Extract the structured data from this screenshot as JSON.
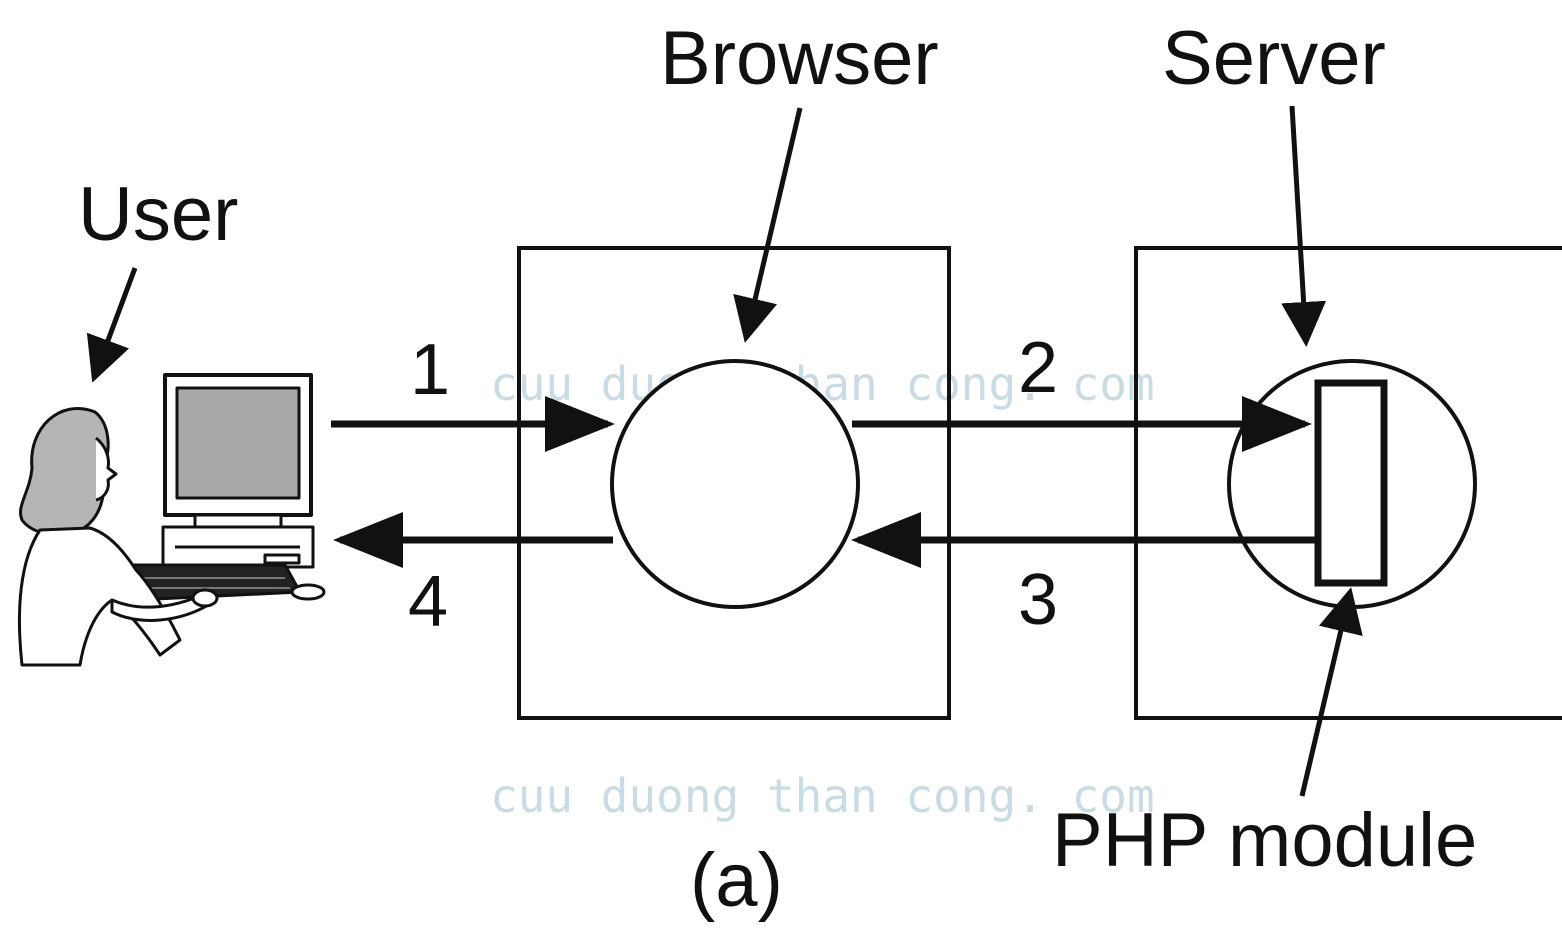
{
  "labels": {
    "browser": "Browser",
    "server": "Server",
    "user": "User",
    "php_module": "PHP module",
    "caption": "(a)"
  },
  "steps": {
    "s1": "1",
    "s2": "2",
    "s3": "3",
    "s4": "4"
  },
  "watermark": {
    "line1": "cuu duong than cong. com",
    "line2": "cuu duong than cong. com"
  },
  "icons": [
    "user-at-computer-icon"
  ],
  "colors": {
    "ink": "#111111",
    "watermark": "#c9dbe3",
    "user_hair": "#b5b5b5",
    "monitor_screen": "#a9a9a9"
  }
}
